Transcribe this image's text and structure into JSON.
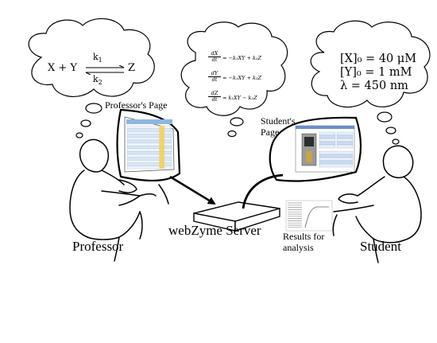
{
  "labels": {
    "professor": "Professor",
    "student": "Student",
    "server": "webZyme Server",
    "professors_page": "Professor's Page",
    "students_page_line1": "Student's",
    "students_page_line2": "Page",
    "results_line1": "Results for",
    "results_line2": "analysis"
  },
  "reaction": {
    "lhs": "X + Y",
    "rhs": "Z",
    "k_forward": "k",
    "k_forward_sub": "1",
    "k_reverse": "k",
    "k_reverse_sub": "2"
  },
  "rate_equations": [
    {
      "num": "dX",
      "den": "dt",
      "rhs": "= −k₁XY + k₂Z"
    },
    {
      "num": "dY",
      "den": "dt",
      "rhs": "= −k₁XY + k₂Z"
    },
    {
      "num": "dZ",
      "den": "dt",
      "rhs": "= k₁XY − k₂Z"
    }
  ],
  "conditions": [
    {
      "text": "[X]₀ = 40 μM"
    },
    {
      "text": "[Y]₀ = 1 mM"
    },
    {
      "text": "λ = 450 nm"
    }
  ]
}
